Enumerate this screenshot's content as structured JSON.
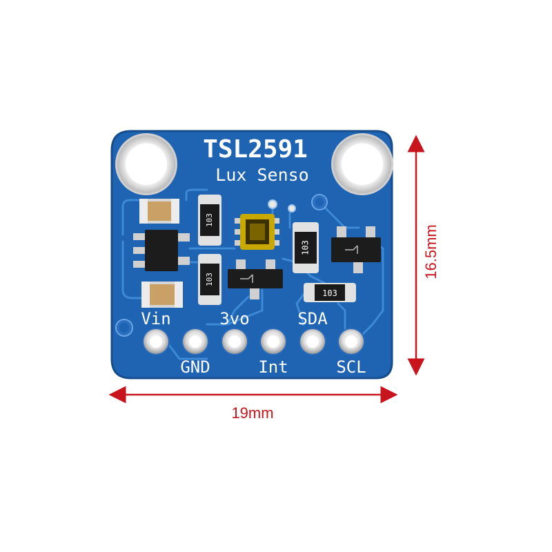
{
  "board": {
    "title": "TSL2591",
    "subtitle": "Lux Senso",
    "pin_labels_top": [
      "Vin",
      "3vo",
      "SDA"
    ],
    "pin_labels_bottom": [
      "GND",
      "Int",
      "SCL"
    ],
    "resistor_codes": [
      "103",
      "103",
      "103",
      "103"
    ],
    "colors": {
      "pcb": "#1f63b3",
      "trace": "#3d8ad6",
      "silkscreen": "#ffffff",
      "pad": "#d9d9d9",
      "sensor": "#c9a800"
    }
  },
  "dimensions": {
    "height_label": "16.5mm",
    "width_label": "19mm",
    "color": "#c8141c"
  }
}
